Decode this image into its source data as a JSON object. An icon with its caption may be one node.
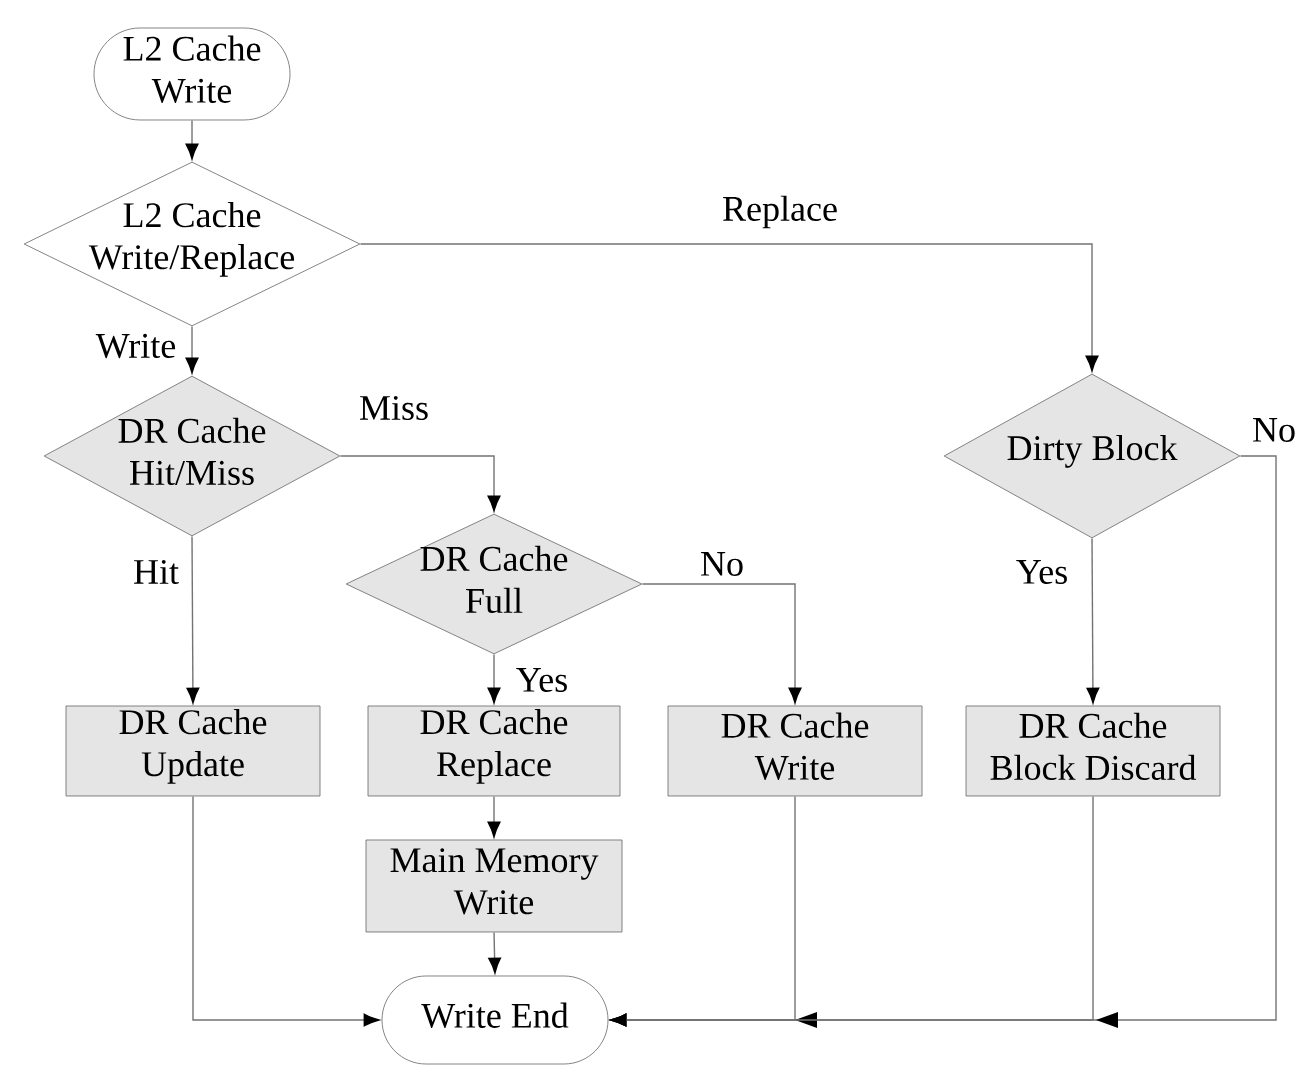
{
  "diagram": {
    "nodes": [
      {
        "text": [
          "L2 Cache Write"
        ]
      },
      {
        "text": [
          "L2 Cache Write/Replace"
        ]
      },
      {
        "text": [
          "DR Cache Hit/Miss"
        ]
      },
      {
        "text": [
          "DR Cache Full"
        ]
      },
      {
        "text": [
          "Dirty Block"
        ]
      },
      {
        "text": [
          "DR Cache Update"
        ]
      },
      {
        "text": [
          "DR Cache Replace"
        ]
      },
      {
        "text": [
          "Main Memory Write"
        ]
      },
      {
        "text": [
          "DR Cache Write"
        ]
      },
      {
        "text": [
          "DR Cache Block Discard"
        ]
      },
      {
        "text": [
          "Write End"
        ]
      }
    ],
    "edges": [
      {
        "from": 0,
        "to": 1,
        "arrow": "to"
      },
      {
        "from": 1,
        "to": 2,
        "arrow": "to",
        "label": "Write"
      },
      {
        "from": 1,
        "to": 4,
        "arrow": "to",
        "label": "Replace"
      },
      {
        "from": 2,
        "to": 3,
        "arrow": "to",
        "label": "Miss"
      },
      {
        "from": 2,
        "to": 5,
        "arrow": "to",
        "label": "Hit"
      },
      {
        "from": 3,
        "to": 6,
        "arrow": "to",
        "label": "Yes"
      },
      {
        "from": 3,
        "to": 8,
        "arrow": "to",
        "label": "No"
      },
      {
        "from": 4,
        "to": 9,
        "arrow": "to",
        "label": "Yes"
      },
      {
        "from": 4,
        "to": 10,
        "arrow": "to",
        "label": "No"
      },
      {
        "from": 5,
        "to": 10,
        "arrow": "to"
      },
      {
        "from": 6,
        "to": 7,
        "arrow": "to"
      },
      {
        "from": 7,
        "to": 10,
        "arrow": "to"
      },
      {
        "from": 8,
        "to": 10,
        "arrow": "to"
      },
      {
        "from": 9,
        "to": 10,
        "arrow": "to"
      }
    ]
  }
}
